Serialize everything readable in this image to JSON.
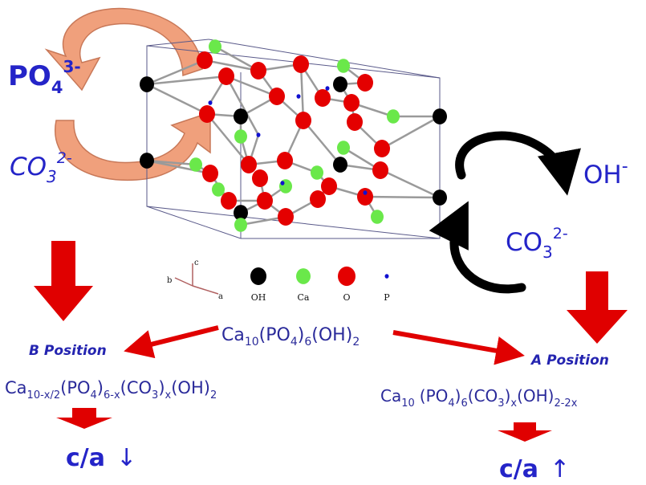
{
  "colors": {
    "text": "#2424c8",
    "red_arrow": "#e00000",
    "salmon_arrow": "#f0a07c",
    "black_atom": "#000000",
    "green_atom": "#6ae84a",
    "red_atom": "#e40000",
    "blue_atom": "#1010d0",
    "cell_edge": "#5a5a8a",
    "bond": "#9a9a9a"
  },
  "labels": {
    "po4": {
      "base": "PO",
      "sub": "4",
      "sup": "3-"
    },
    "co3_left": {
      "base": "CO",
      "sub": "3",
      "sup": "2-"
    },
    "oh": {
      "base": "OH",
      "sup": "-"
    },
    "co3_right": {
      "base": "CO",
      "sub": "3",
      "sup": "2-"
    }
  },
  "axes": {
    "a": "a",
    "b": "b",
    "c": "c"
  },
  "legend": [
    {
      "label": "OH",
      "color": "#000000"
    },
    {
      "label": "Ca",
      "color": "#6ae84a"
    },
    {
      "label": "O",
      "color": "#e40000"
    },
    {
      "label": "P",
      "color": "#1010d0"
    }
  ],
  "center_formula": {
    "ca": "Ca",
    "ca_sub": "10",
    "po4": "(PO",
    "po4_sub": "4",
    "po4_close": ")",
    "po4_count": "6",
    "oh": "(OH)",
    "oh_count": "2"
  },
  "b_position": {
    "label": "B Position",
    "formula": {
      "ca": "Ca",
      "ca_sub": "10-x/2",
      "po4": "(PO",
      "po4_sub": "4",
      "po4_close": ")",
      "po4_count": "6-x",
      "co3": "(CO",
      "co3_sub": "3",
      "co3_close": ")",
      "co3_count": "x",
      "oh": "(OH)",
      "oh_count": "2"
    },
    "ratio": "c/a",
    "trend": "↓"
  },
  "a_position": {
    "label": "A Position",
    "formula": {
      "ca": "Ca",
      "ca_sub": "10",
      "po4": "(PO",
      "po4_sub": "4",
      "po4_close": ")",
      "po4_count": "6",
      "co3": "(CO",
      "co3_sub": "3",
      "co3_close": ")",
      "co3_count": "x",
      "oh": "(OH)",
      "oh_count": "2-2x"
    },
    "ratio": "c/a",
    "trend": "↑"
  }
}
